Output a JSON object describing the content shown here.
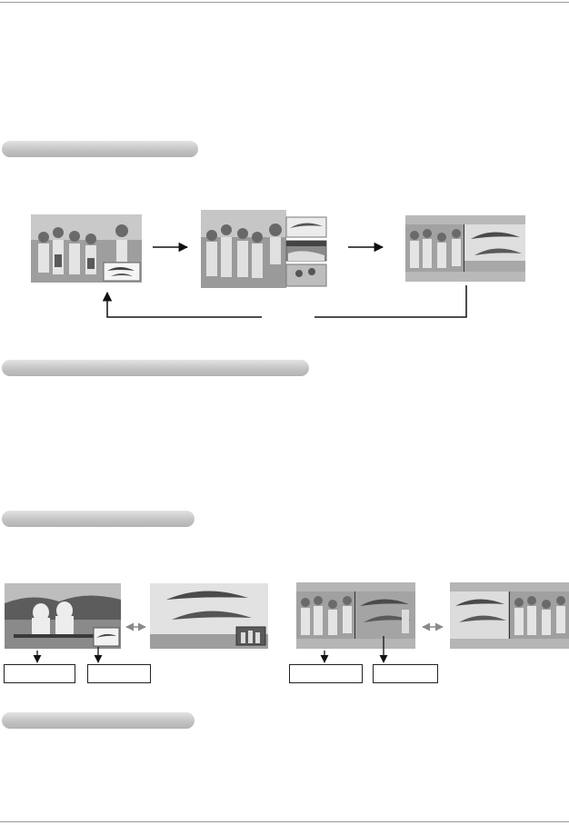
{
  "page": {
    "sections": [
      {
        "id": "section-1",
        "heading": ""
      },
      {
        "id": "section-2",
        "heading": ""
      },
      {
        "id": "section-3",
        "heading": ""
      },
      {
        "id": "section-4",
        "heading": ""
      }
    ]
  },
  "figures": {
    "mode_cycle": {
      "images": [
        {
          "id": "pip-single-inset",
          "icon": "people-with-dolphin-inset"
        },
        {
          "id": "pip-multi-inset",
          "icon": "people-with-three-insets"
        },
        {
          "id": "twin-picture",
          "icon": "split-people-dolphin"
        }
      ]
    },
    "swap_examples": {
      "pairs": [
        {
          "left": "people-bench-with-dolphin-inset",
          "right": "dolphins-with-people-inset",
          "labels": [
            "",
            ""
          ]
        },
        {
          "left": "split-people-dolphin",
          "right": "split-dolphin-people",
          "labels": [
            "",
            ""
          ]
        }
      ]
    }
  },
  "colors": {
    "pill": "#c4c4c4",
    "rule": "#9a9a9a",
    "ink": "#111111"
  }
}
